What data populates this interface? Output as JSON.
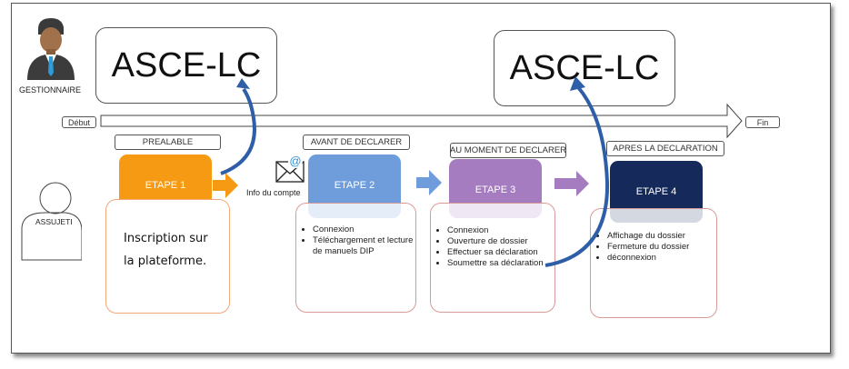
{
  "title": "ASCE-LC process diagram",
  "actors": {
    "manager": {
      "label": "GESTIONNAIRE",
      "icon": "manager-avatar-icon"
    },
    "taxpayer": {
      "label": "ASSUJETI",
      "icon": "person-outline-icon"
    }
  },
  "systems": [
    {
      "label": "ASCE-LC"
    },
    {
      "label": "ASCE-LC"
    }
  ],
  "timeline": {
    "start_label": "Début",
    "end_label": "Fin"
  },
  "connector": {
    "label": "Info du compte",
    "icon": "email-at-icon"
  },
  "colors": {
    "etape1": "#f59a12",
    "etape2": "#6f9ddb",
    "etape3": "#a67cc0",
    "etape4": "#152a5a",
    "curve_arrow": "#2f5ea8",
    "card_border_orange": "#f2a87a",
    "card_border_red": "#d89a98"
  },
  "steps": [
    {
      "phase": "PREALABLE",
      "label": "ETAPE 1",
      "text": [
        "Inscription sur",
        "la plateforme."
      ]
    },
    {
      "phase": "AVANT DE DECLARER",
      "label": "ETAPE 2",
      "items": [
        "Connexion",
        "Téléchargement et lecture de manuels DIP"
      ]
    },
    {
      "phase": "AU MOMENT DE DECLARER",
      "label": "ETAPE 3",
      "items": [
        "Connexion",
        "Ouverture de dossier",
        "Effectuer sa déclaration",
        "Soumettre sa déclaration"
      ]
    },
    {
      "phase": "APRES LA DECLARATION",
      "label": "ETAPE 4",
      "items": [
        "Affichage du dossier",
        "Fermeture du dossier",
        "déconnexion"
      ]
    }
  ]
}
